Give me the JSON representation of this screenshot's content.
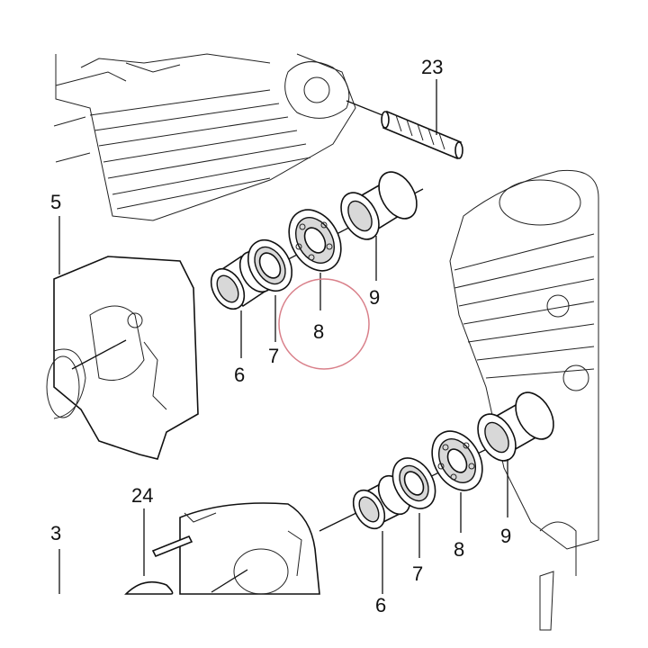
{
  "labels": {
    "upper_6": "6",
    "upper_7": "7",
    "upper_8": "8",
    "upper_9": "9",
    "lower_6": "6",
    "lower_7": "7",
    "lower_8": "8",
    "lower_9": "9",
    "stud_23": "23",
    "left_5": "5",
    "left_3": "3",
    "bracket_24": "24"
  },
  "highlight": {
    "target_label": "upper_8",
    "color": "#d9808a"
  },
  "colors": {
    "line": "#111111",
    "background": "#ffffff",
    "shading": "#d8d8d8"
  }
}
